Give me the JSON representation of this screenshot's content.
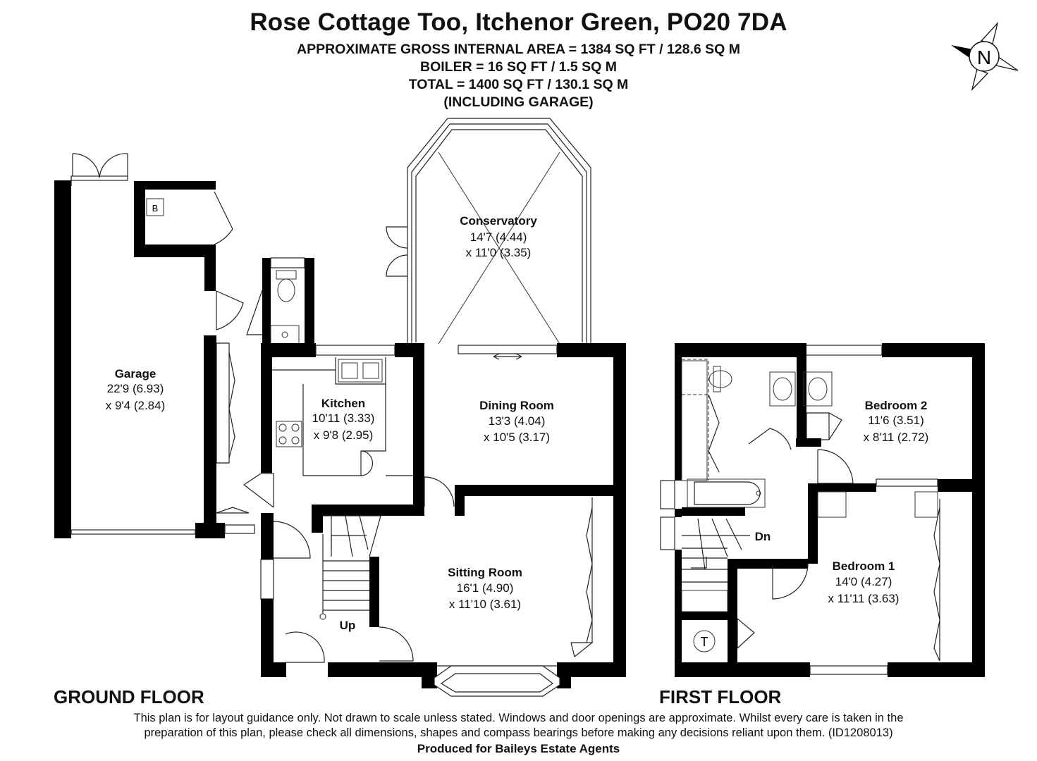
{
  "header": {
    "title": "Rose Cottage Too, Itchenor Green, PO20 7DA",
    "area_line": "APPROXIMATE GROSS INTERNAL AREA = 1384 SQ FT / 128.6 SQ M",
    "boiler_line": "BOILER = 16 SQ FT / 1.5 SQ M",
    "total_line": "TOTAL = 1400 SQ FT / 130.1 SQ M",
    "including_line": "(INCLUDING GARAGE)"
  },
  "compass": {
    "letter": "N"
  },
  "ground_floor": {
    "label": "GROUND FLOOR",
    "rooms": {
      "garage": {
        "name": "Garage",
        "dim1": "22'9 (6.93)",
        "dim2": "x 9'4 (2.84)"
      },
      "conservatory": {
        "name": "Conservatory",
        "dim1": "14'7 (4.44)",
        "dim2": "x 11'0 (3.35)"
      },
      "kitchen": {
        "name": "Kitchen",
        "dim1": "10'11 (3.33)",
        "dim2": "x 9'8 (2.95)"
      },
      "dining": {
        "name": "Dining Room",
        "dim1": "13'3 (4.04)",
        "dim2": "x 10'5 (3.17)"
      },
      "sitting": {
        "name": "Sitting Room",
        "dim1": "16'1 (4.90)",
        "dim2": "x 11'10 (3.61)"
      }
    },
    "boiler_mark": "B",
    "stairs_label": "Up"
  },
  "first_floor": {
    "label": "FIRST FLOOR",
    "rooms": {
      "bedroom2": {
        "name": "Bedroom 2",
        "dim1": "11'6 (3.51)",
        "dim2": "x 8'11 (2.72)"
      },
      "bedroom1": {
        "name": "Bedroom 1",
        "dim1": "14'0 (4.27)",
        "dim2": "x 11'11 (3.63)"
      }
    },
    "tank_mark": "T",
    "stairs_label": "Dn"
  },
  "disclaimer": {
    "line1": "This plan is for layout guidance only. Not drawn to scale unless stated. Windows and door openings are approximate. Whilst every care is taken in the",
    "line2": "preparation of this plan, please check all dimensions, shapes and compass bearings before making any decisions reliant upon them. (ID1208013)",
    "produced": "Produced for Baileys Estate Agents"
  }
}
